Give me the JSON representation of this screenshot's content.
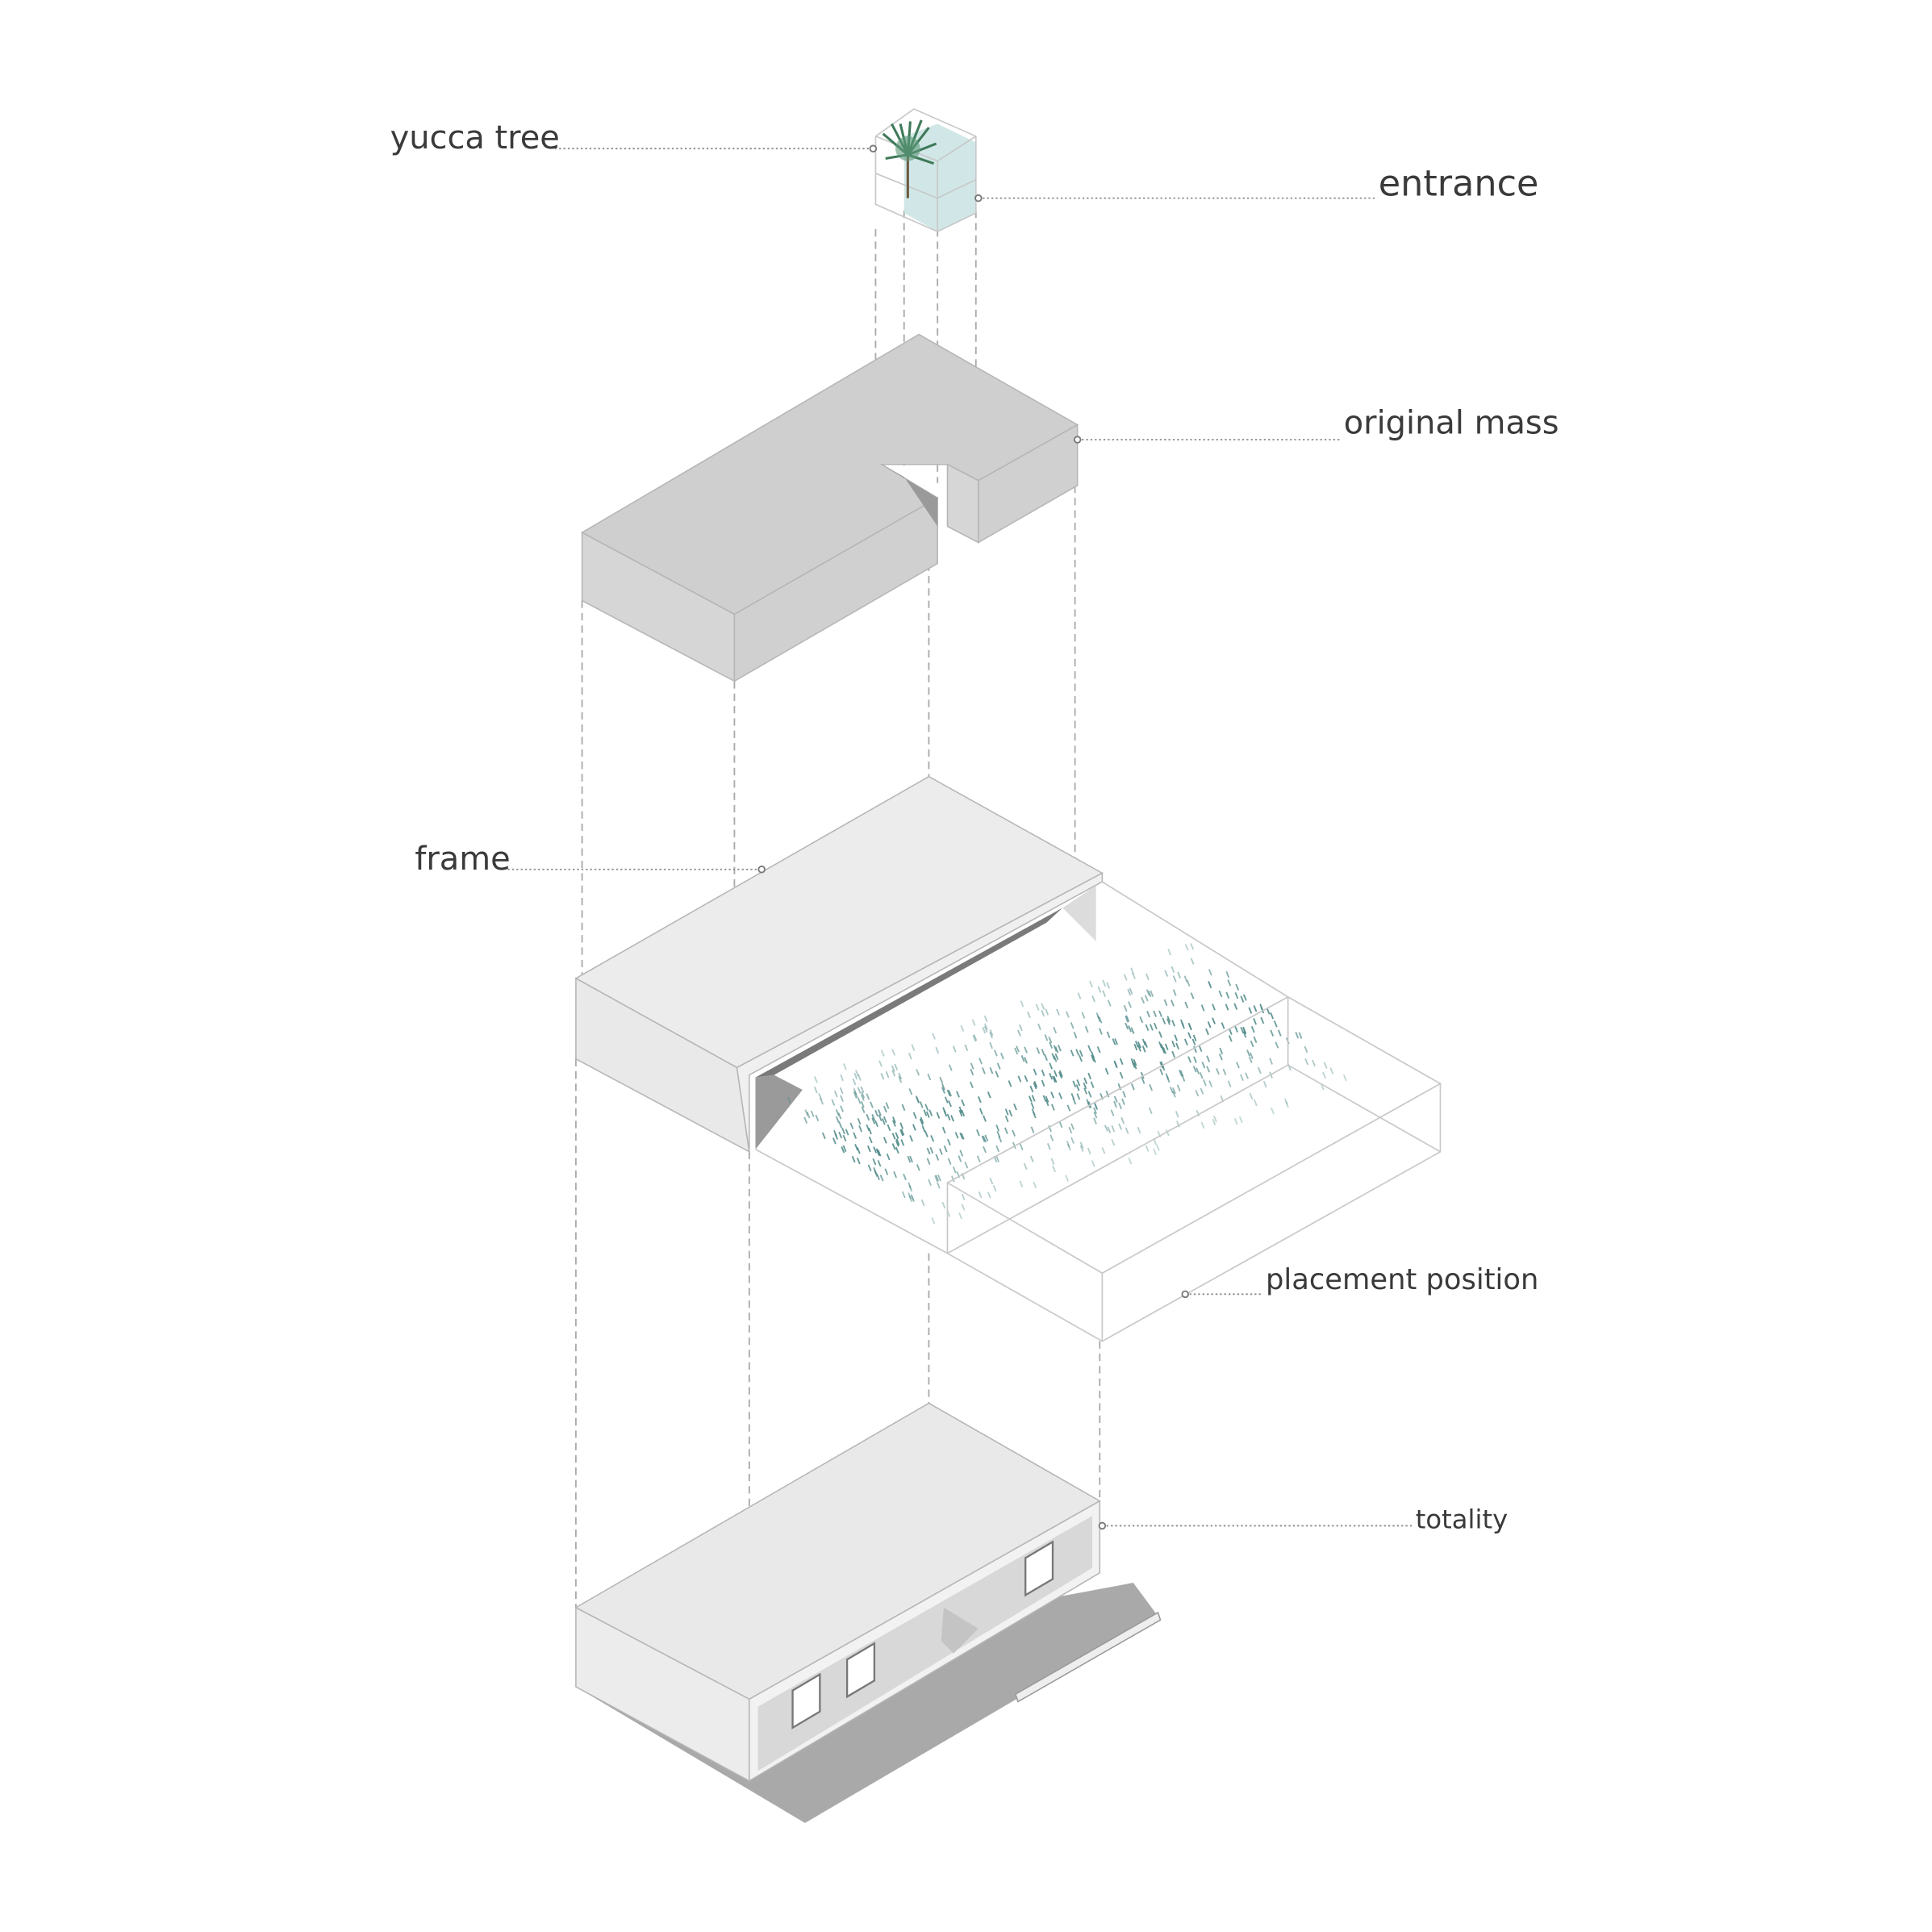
{
  "labels": {
    "yucca_tree": "yucca tree",
    "entrance": "entrance",
    "original_mass": "original mass",
    "frame": "frame",
    "placement_position": "placement position",
    "totality": "totality"
  },
  "colors": {
    "mass": "#d2d2d2",
    "frame": "#ebebeb",
    "rain": "#4f8a88",
    "entrance_glass": "#c9e3e3",
    "ground": "#a9a9a9"
  }
}
